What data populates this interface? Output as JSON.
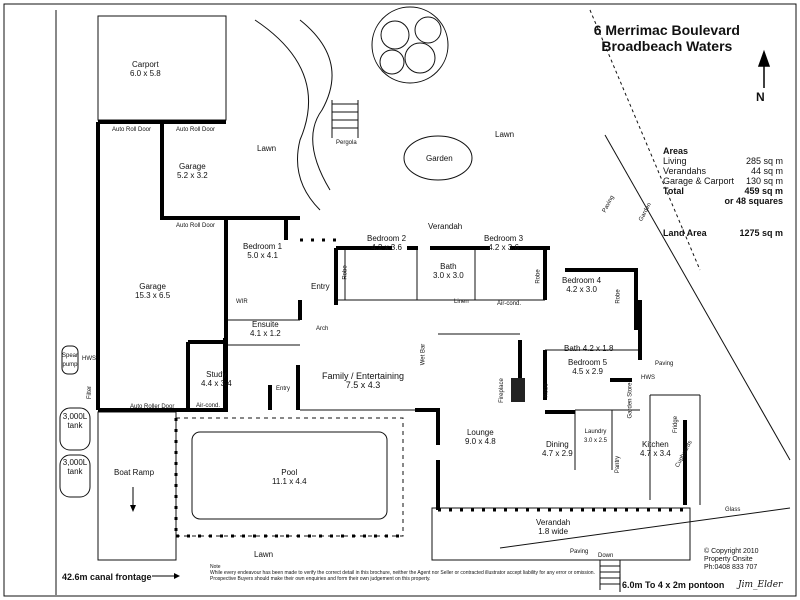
{
  "title": {
    "line1": "6 Merrimac Boulevard",
    "line2": "Broadbeach Waters"
  },
  "north_label": "N",
  "areas": {
    "heading": "Areas",
    "rows": [
      {
        "label": "Living",
        "value": "285 sq m"
      },
      {
        "label": "Verandahs",
        "value": "44 sq m"
      },
      {
        "label": "Garage & Carport",
        "value": "130 sq m"
      }
    ],
    "total_label": "Total",
    "total_value": "459 sq m",
    "squares": "or 48 squares",
    "land_label": "Land Area",
    "land_value": "1275 sq m"
  },
  "rooms": {
    "carport": {
      "name": "Carport",
      "dim": "6.0 x 5.8"
    },
    "garage_small": {
      "name": "Garage",
      "dim": "5.2 x 3.2"
    },
    "garage_large": {
      "name": "Garage",
      "dim": "15.3 x 6.5"
    },
    "bedroom1": {
      "name": "Bedroom 1",
      "dim": "5.0 x 4.1"
    },
    "bedroom2": {
      "name": "Bedroom 2",
      "dim": "4.2 x 3.6"
    },
    "bath": {
      "name": "Bath",
      "dim": "3.0 x 3.0"
    },
    "bedroom3": {
      "name": "Bedroom 3",
      "dim": "4.2 x 3.6"
    },
    "bedroom4": {
      "name": "Bedroom 4",
      "dim": "4.2 x 3.0"
    },
    "bath2": {
      "name": "Bath",
      "dim": "4.2 x 1.8"
    },
    "bedroom5": {
      "name": "Bedroom 5",
      "dim": "4.5 x 2.9"
    },
    "ensuite": {
      "name": "Ensuite",
      "dim": "4.1 x 1.2"
    },
    "study": {
      "name": "Study",
      "dim": "4.4 x 3.4"
    },
    "family": {
      "name": "Family / Entertaining",
      "dim": "7.5 x 4.3"
    },
    "lounge": {
      "name": "Lounge",
      "dim": "9.0 x 4.8"
    },
    "dining": {
      "name": "Dining",
      "dim": "4.7 x 2.9"
    },
    "laundry": {
      "name": "Laundry",
      "dim": "3.0 x 2.5"
    },
    "kitchen": {
      "name": "Kitchen",
      "dim": "4.7 x 3.4"
    },
    "pool": {
      "name": "Pool",
      "dim": "11.1 x 4.4"
    },
    "verandah_bottom": {
      "name": "Verandah",
      "dim": "1.8 wide"
    }
  },
  "labels": {
    "lawn": "Lawn",
    "garden": "Garden",
    "pergola": "Pergola",
    "verandah": "Verandah",
    "entry": "Entry",
    "wir": "WIR",
    "robe": "Robe",
    "arch": "Arch",
    "wet_bar": "Wet Bar",
    "paving": "Paving",
    "garden_side": "Garden",
    "auto_roll_door": "Auto Roll Door",
    "auto_roller_door": "Auto Roller Door",
    "air_cond": "Air-cond.",
    "linen": "Linen",
    "pantry": "Pantry",
    "fireplace": "Fireplace",
    "hws": "HWS",
    "spear_pump": "Spear pump",
    "filter": "Filter",
    "tank1": "3,000L tank",
    "tank2": "3,000L tank",
    "boat_ramp": "Boat Ramp",
    "glass": "Glass",
    "down": "Down",
    "cupboards": "Cupboards",
    "fridge": "Fridge",
    "garden_store": "Garden Store"
  },
  "footer": {
    "frontage": "42.6m canal frontage",
    "pontoon": "6.0m To 4 x 2m pontoon",
    "note_heading": "Note",
    "note_text": "While every endeavour has been made to verify the correct detail in this brochure, neither the Agent nor Seller or contracted illustrator accept liability for any error or omission. Prospective Buyers should make their own enquiries and form their own judgement on this property.",
    "copyright": "© Copyright 2010",
    "company": "Property Onsite",
    "phone": "Ph:0408 833 707",
    "signature": "Jim_Elder"
  }
}
